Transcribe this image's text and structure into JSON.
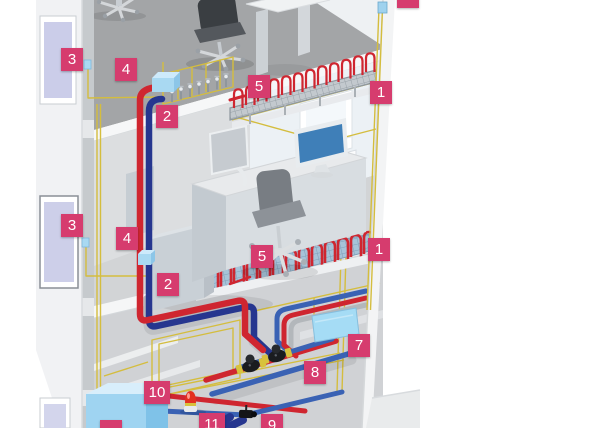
{
  "figure": {
    "description_visible_numbers": [
      "1",
      "2",
      "3",
      "4",
      "5",
      "7",
      "8",
      "9",
      "10",
      "11"
    ]
  },
  "labels": [
    {
      "id": "callout-3-upper",
      "text": "3"
    },
    {
      "id": "callout-4-upper",
      "text": "4"
    },
    {
      "id": "callout-5-upper",
      "text": "5"
    },
    {
      "id": "callout-1-upper",
      "text": "1"
    },
    {
      "id": "callout-2-upper",
      "text": "2"
    },
    {
      "id": "callout-3-mid",
      "text": "3"
    },
    {
      "id": "callout-4-mid",
      "text": "4"
    },
    {
      "id": "callout-5-mid",
      "text": "5"
    },
    {
      "id": "callout-1-mid",
      "text": "1"
    },
    {
      "id": "callout-2-mid",
      "text": "2"
    },
    {
      "id": "callout-7",
      "text": "7"
    },
    {
      "id": "callout-8",
      "text": "8"
    },
    {
      "id": "callout-10",
      "text": "10"
    },
    {
      "id": "callout-11",
      "text": "11"
    },
    {
      "id": "callout-9",
      "text": "9"
    },
    {
      "id": "callout-top-right-cut",
      "text": ""
    },
    {
      "id": "callout-bottom-left-cut",
      "text": ""
    }
  ],
  "colors": {
    "callout_pink": "#d63c6e",
    "pipe_red": "#cf2630",
    "pipe_blue": "#26368f",
    "pipe_blue_light": "#3a62b4",
    "pipe_gray": "#b3b7bb",
    "cable_yellow": "#d4bd3e",
    "equipment_blue": "#a9d9f2",
    "tank_blue": "#9fd4f1",
    "panel_blue": "#a5dcf5",
    "screen_blue": "#3f7fb8",
    "window_lavender": "#cbcde9",
    "mesh_blue": "#a6c3d8",
    "beacon_red": "#e33020"
  }
}
